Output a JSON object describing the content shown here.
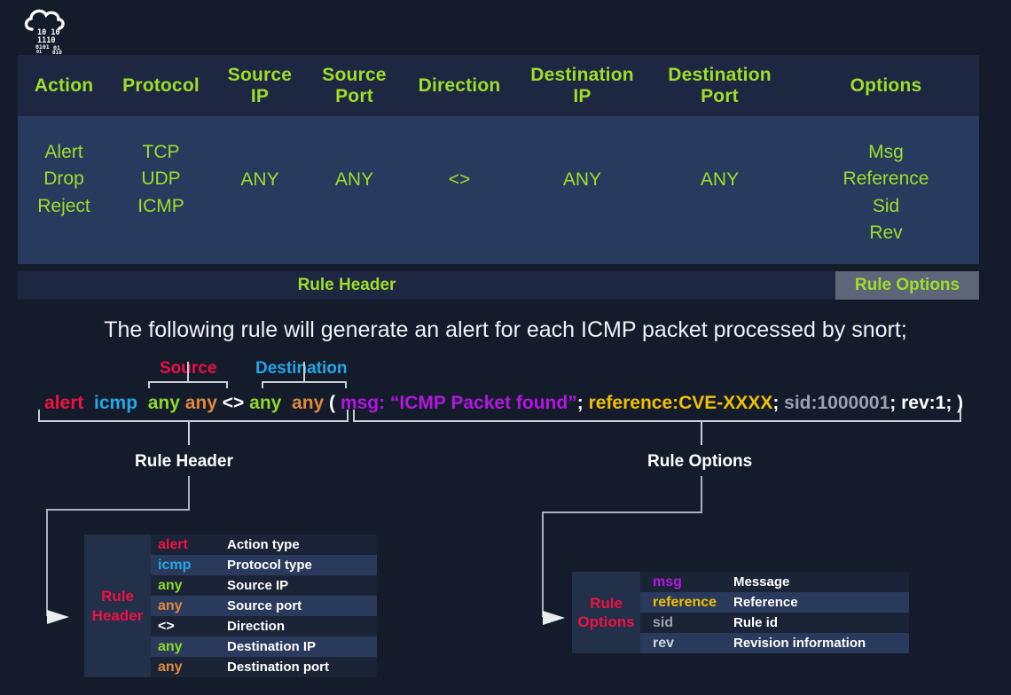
{
  "logo": {
    "name": "cloud-binary-logo",
    "binary_lines": [
      "10  10",
      "1110",
      "0101  01",
      "01  010"
    ]
  },
  "top_table": {
    "columns": [
      {
        "key": "action",
        "label": "Action"
      },
      {
        "key": "protocol",
        "label": "Protocol"
      },
      {
        "key": "source_ip",
        "label": "Source\nIP"
      },
      {
        "key": "source_port",
        "label": "Source\nPort"
      },
      {
        "key": "direction",
        "label": "Direction"
      },
      {
        "key": "dest_ip",
        "label": "Destination\nIP"
      },
      {
        "key": "dest_port",
        "label": "Destination\nPort"
      },
      {
        "key": "options",
        "label": "Options"
      }
    ],
    "header_labels": {
      "action": "Action",
      "protocol": "Protocol",
      "source_ip_l1": "Source",
      "source_ip_l2": "IP",
      "source_port_l1": "Source",
      "source_port_l2": "Port",
      "direction": "Direction",
      "dest_ip_l1": "Destination",
      "dest_ip_l2": "IP",
      "dest_port_l1": "Destination",
      "dest_port_l2": "Port",
      "options": "Options"
    },
    "row": {
      "action": "Alert\nDrop\nReject",
      "action_items": [
        "Alert",
        "Drop",
        "Reject"
      ],
      "protocol_items": [
        "TCP",
        "UDP",
        "ICMP"
      ],
      "source_ip": "ANY",
      "source_port": "ANY",
      "direction": "<>",
      "dest_ip": "ANY",
      "dest_port": "ANY",
      "options_items": [
        "Msg",
        "Reference",
        "Sid",
        "Rev"
      ]
    },
    "footer": {
      "rule_header_label": "Rule Header",
      "rule_options_label": "Rule Options"
    },
    "colors": {
      "header_bg": "#1d2741",
      "row_bg": "#283a5e",
      "text_green": "#9ede2a",
      "options_bar_bg": "#5d6578"
    }
  },
  "description": "The following rule will generate an alert for each ICMP packet processed by snort;",
  "rule_annotations": {
    "source_label": "Source",
    "destination_label": "Destination",
    "rule_header_label": "Rule Header",
    "rule_options_label": "Rule Options"
  },
  "rule_line": {
    "full_text": "alert  icmp  any any <> any  any ( msg: “ICMP Packet found”; reference:CVE-XXXX; sid:1000001; rev:1; )",
    "tokens": [
      {
        "text": "alert",
        "color": "#ee1144"
      },
      {
        "text": "icmp",
        "color": "#23a8e8"
      },
      {
        "text": "any",
        "color": "#8ed92a"
      },
      {
        "text": "any",
        "color": "#e08a3c"
      },
      {
        "text": "<>",
        "color": "#ffffff"
      },
      {
        "text": "any",
        "color": "#8ed92a"
      },
      {
        "text": "any",
        "color": "#e08a3c"
      },
      {
        "text": "(",
        "color": "#ffffff"
      },
      {
        "text": "msg: “ICMP Packet found”",
        "color": "#b317e0"
      },
      {
        "text": ";",
        "color": "#ffffff"
      },
      {
        "text": "reference:CVE-XXXX",
        "color": "#f0c000"
      },
      {
        "text": ";",
        "color": "#ffffff"
      },
      {
        "text": "sid:1000001",
        "color": "#9aa2b0"
      },
      {
        "text": ";",
        "color": "#ffffff"
      },
      {
        "text": "rev:1",
        "color": "#ffffff"
      },
      {
        "text": ";",
        "color": "#ffffff"
      },
      {
        "text": ")",
        "color": "#ffffff"
      }
    ],
    "parts": {
      "alert": "alert",
      "icmp": "icmp",
      "src_ip": "any",
      "src_port": "any",
      "direction": "<>",
      "dst_ip": "any",
      "dst_port": "any",
      "open_paren": "(",
      "msg": "msg: “ICMP Packet found”",
      "semi1": ";",
      "reference": "reference:CVE-XXXX",
      "semi2": ";",
      "sid": "sid:1000001",
      "semi3": ";",
      "rev": "rev:1",
      "semi4": ";",
      "close_paren": ")"
    }
  },
  "detail_header": {
    "side_label_line1": "Rule",
    "side_label_line2": "Header",
    "rows": [
      {
        "key": "alert",
        "key_color": "#ee1144",
        "value": "Action type",
        "alt": false
      },
      {
        "key": "icmp",
        "key_color": "#23a8e8",
        "value": "Protocol type",
        "alt": true
      },
      {
        "key": "any",
        "key_color": "#8ed92a",
        "value": "Source IP",
        "alt": false
      },
      {
        "key": "any",
        "key_color": "#e08a3c",
        "value": "Source port",
        "alt": true
      },
      {
        "key": "<>",
        "key_color": "#ffffff",
        "value": "Direction",
        "alt": false
      },
      {
        "key": "any",
        "key_color": "#8ed92a",
        "value": "Destination IP",
        "alt": true
      },
      {
        "key": "any",
        "key_color": "#e08a3c",
        "value": "Destination port",
        "alt": false
      }
    ]
  },
  "detail_options": {
    "side_label_line1": "Rule",
    "side_label_line2": "Options",
    "rows": [
      {
        "key": "msg",
        "key_color": "#b317e0",
        "value": "Message",
        "alt": false
      },
      {
        "key": "reference",
        "key_color": "#f0c000",
        "value": "Reference",
        "alt": true
      },
      {
        "key": "sid",
        "key_color": "#9aa2b0",
        "value": "Rule id",
        "alt": false
      },
      {
        "key": "rev",
        "key_color": "#cfd5e0",
        "value": "Revision information",
        "alt": true
      }
    ]
  },
  "theme": {
    "background": "#141b2b",
    "accent_green": "#9ede2a",
    "accent_red": "#ee1144",
    "accent_blue": "#23a8e8",
    "connector_gray": "#aab1bd"
  }
}
